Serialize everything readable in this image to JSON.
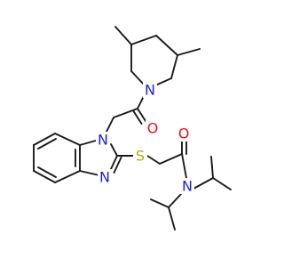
{
  "structure": {
    "atoms": {
      "piperidine_n": {
        "text": "N",
        "color": "#1f1fd9"
      },
      "amide1_o": {
        "text": "O",
        "color": "#e01818"
      },
      "benzimidazole_n1": {
        "text": "N",
        "color": "#1f1fd9"
      },
      "benzimidazole_n3": {
        "text": "N",
        "color": "#1f1fd9"
      },
      "thioether_s": {
        "text": "S",
        "color": "#b8a800"
      },
      "amide2_o": {
        "text": "O",
        "color": "#e01818"
      },
      "amide2_n": {
        "text": "N",
        "color": "#1f1fd9"
      }
    },
    "bond_color": "#1a1a1a"
  }
}
